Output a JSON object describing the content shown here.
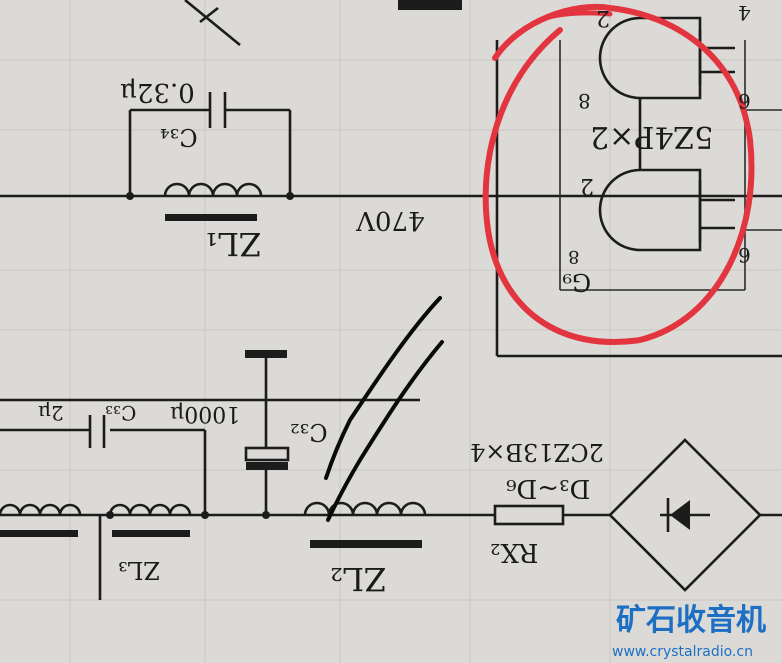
{
  "schematic": {
    "labels": {
      "c34": "C₃₄",
      "c34_value": "0.32μ",
      "zl1": "ZL₁",
      "voltage": "470V",
      "tube_type": "5Z4P×2",
      "tube_pin_2a": "2",
      "tube_pin_8a": "8",
      "tube_pin_4": "4",
      "tube_pin_6a": "6",
      "tube_pin_2b": "2",
      "tube_pin_8b": "8",
      "tube_pin_6b": "6",
      "g_label": "G₉",
      "c32": "C₃₂",
      "c32_value": "1000μ",
      "c33": "C₃₃",
      "c33_value": "2μ",
      "zl2": "ZL₂",
      "zl3": "ZL₃",
      "diodes": "D₃~D₆",
      "diode_type": "2CZ13B×4",
      "rx": "RX₂"
    }
  },
  "annotations": {
    "circle_color": "#e3353f",
    "pen_color": "#0a0a0a"
  },
  "watermark": {
    "site_name": "矿石收音机",
    "url": "www.crystalradio.cn"
  }
}
